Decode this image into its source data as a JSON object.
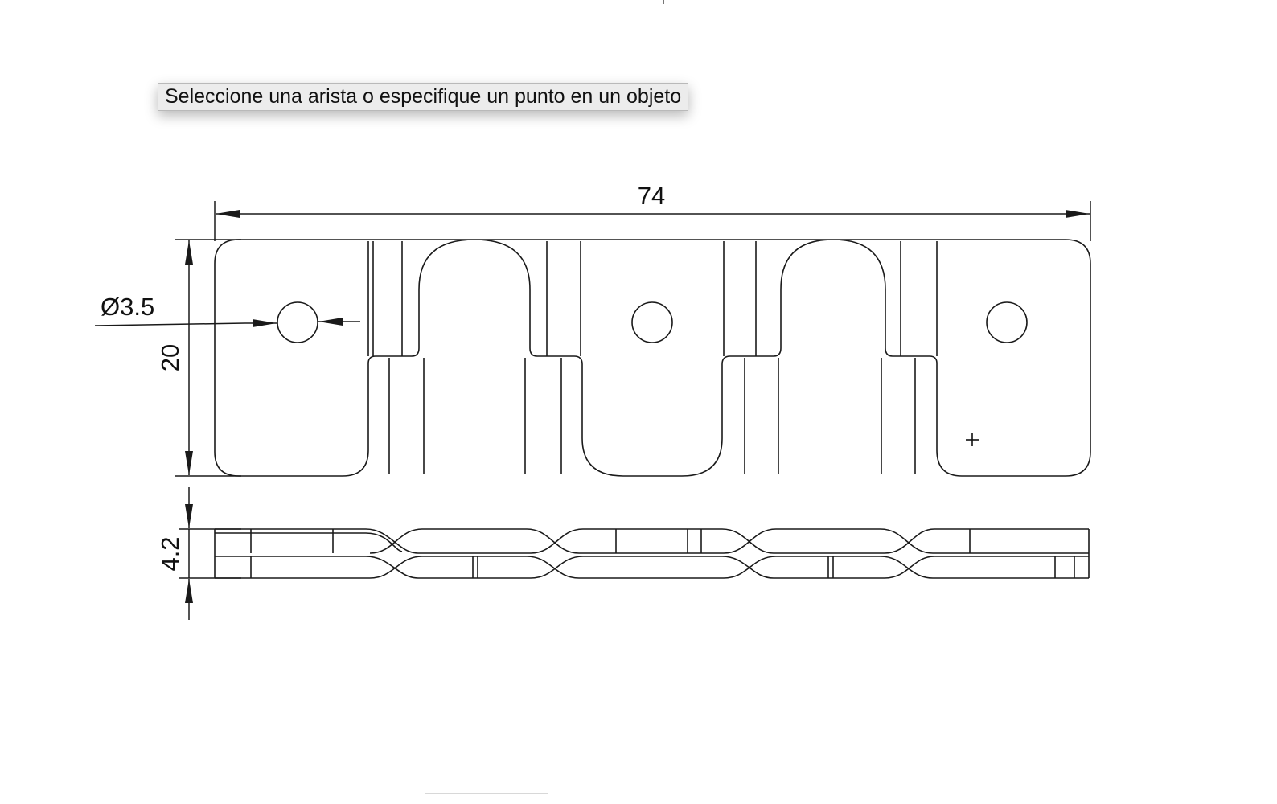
{
  "tooltip": {
    "text": "Seleccione una arista o especifique un punto en un objeto"
  },
  "dimensions": {
    "overall_width": "74",
    "height": "20",
    "hole_diameter": "Ø3.5",
    "thickness": "4.2"
  },
  "colors": {
    "line": "#1a1a1a",
    "background": "#ffffff",
    "tooltip_bg": "#ececec",
    "tooltip_border": "#b9b9b9"
  },
  "icons": [
    "crosshair-cursor-icon",
    "arrowhead-icon"
  ]
}
